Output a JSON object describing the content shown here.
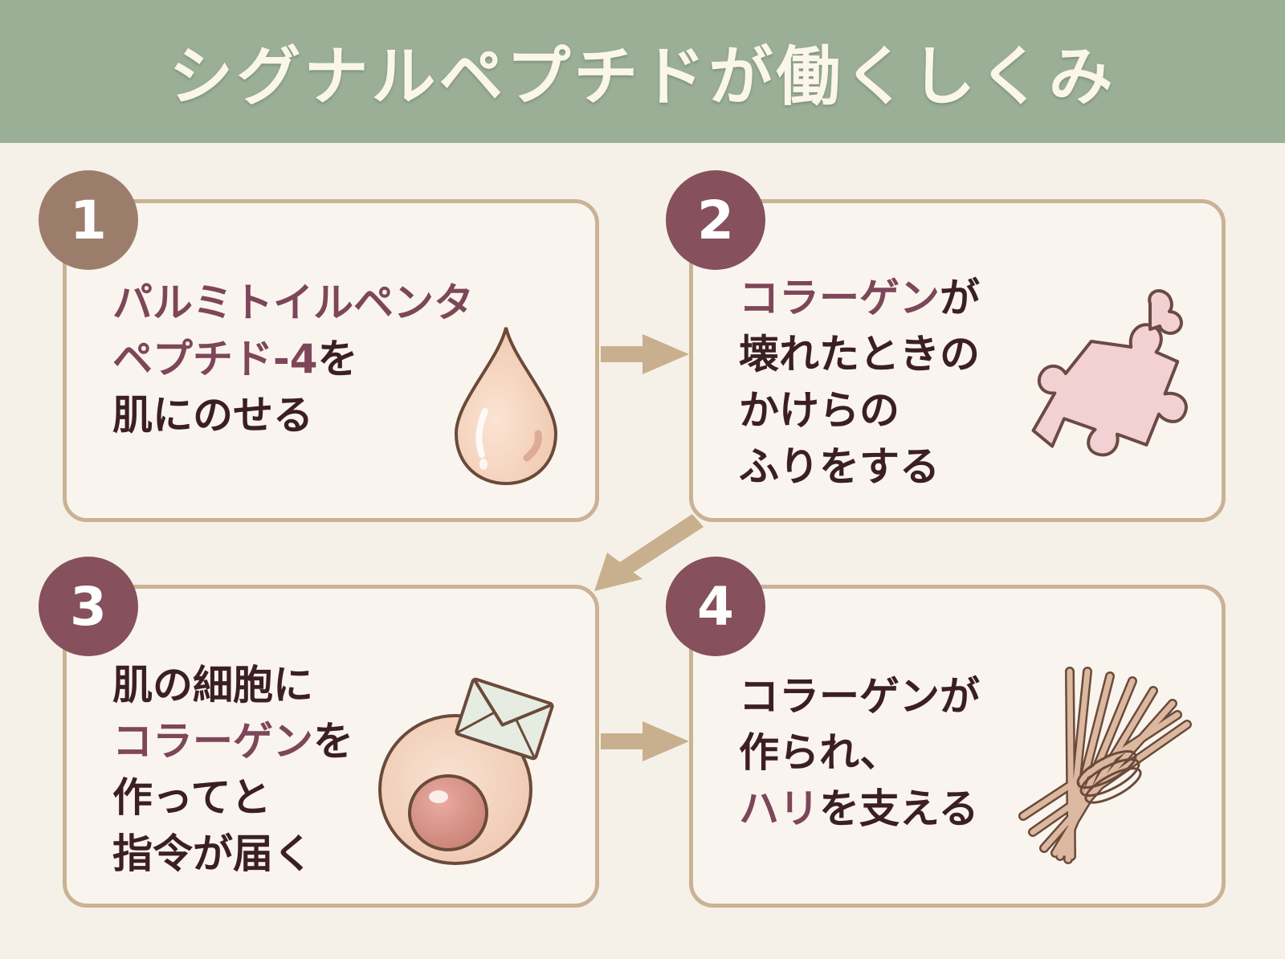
{
  "title": "シグナルペプチドが働くしくみ",
  "colors": {
    "header_bg": "#9aaf96",
    "background": "#f6f1e8",
    "card_border": "#c9b394",
    "badge_first": "#9c7d6c",
    "badge_other": "#86505d",
    "highlight_text": "#7e4659",
    "body_text": "#3b1f22",
    "arrow": "#c8b08e"
  },
  "steps": [
    {
      "number": "1",
      "lines": [
        {
          "highlight": "パルミトイルペンタ",
          "rest": ""
        },
        {
          "highlight": "ペプチド-4",
          "rest": "を"
        },
        {
          "highlight": "",
          "rest": "肌にのせる"
        }
      ],
      "icon": "water-drop-icon"
    },
    {
      "number": "2",
      "lines": [
        {
          "highlight": "コラーゲン",
          "rest": "が"
        },
        {
          "highlight": "",
          "rest": "壊れたときの"
        },
        {
          "highlight": "",
          "rest": "かけらの"
        },
        {
          "highlight": "",
          "rest": "ふりをする"
        }
      ],
      "icon": "puzzle-piece-icon"
    },
    {
      "number": "3",
      "lines": [
        {
          "highlight": "",
          "rest": "肌の細胞に"
        },
        {
          "highlight": "コラーゲン",
          "rest": "を"
        },
        {
          "highlight": "",
          "rest": "作ってと"
        },
        {
          "highlight": "",
          "rest": "指令が届く"
        }
      ],
      "icon": "cell-with-envelope-icon"
    },
    {
      "number": "4",
      "lines": [
        {
          "highlight": "",
          "rest": "コラーゲンが"
        },
        {
          "highlight": "",
          "rest": "作られ、"
        },
        {
          "highlight": "ハリ",
          "rest": "を支える"
        }
      ],
      "icon": "fiber-bundle-icon"
    }
  ]
}
